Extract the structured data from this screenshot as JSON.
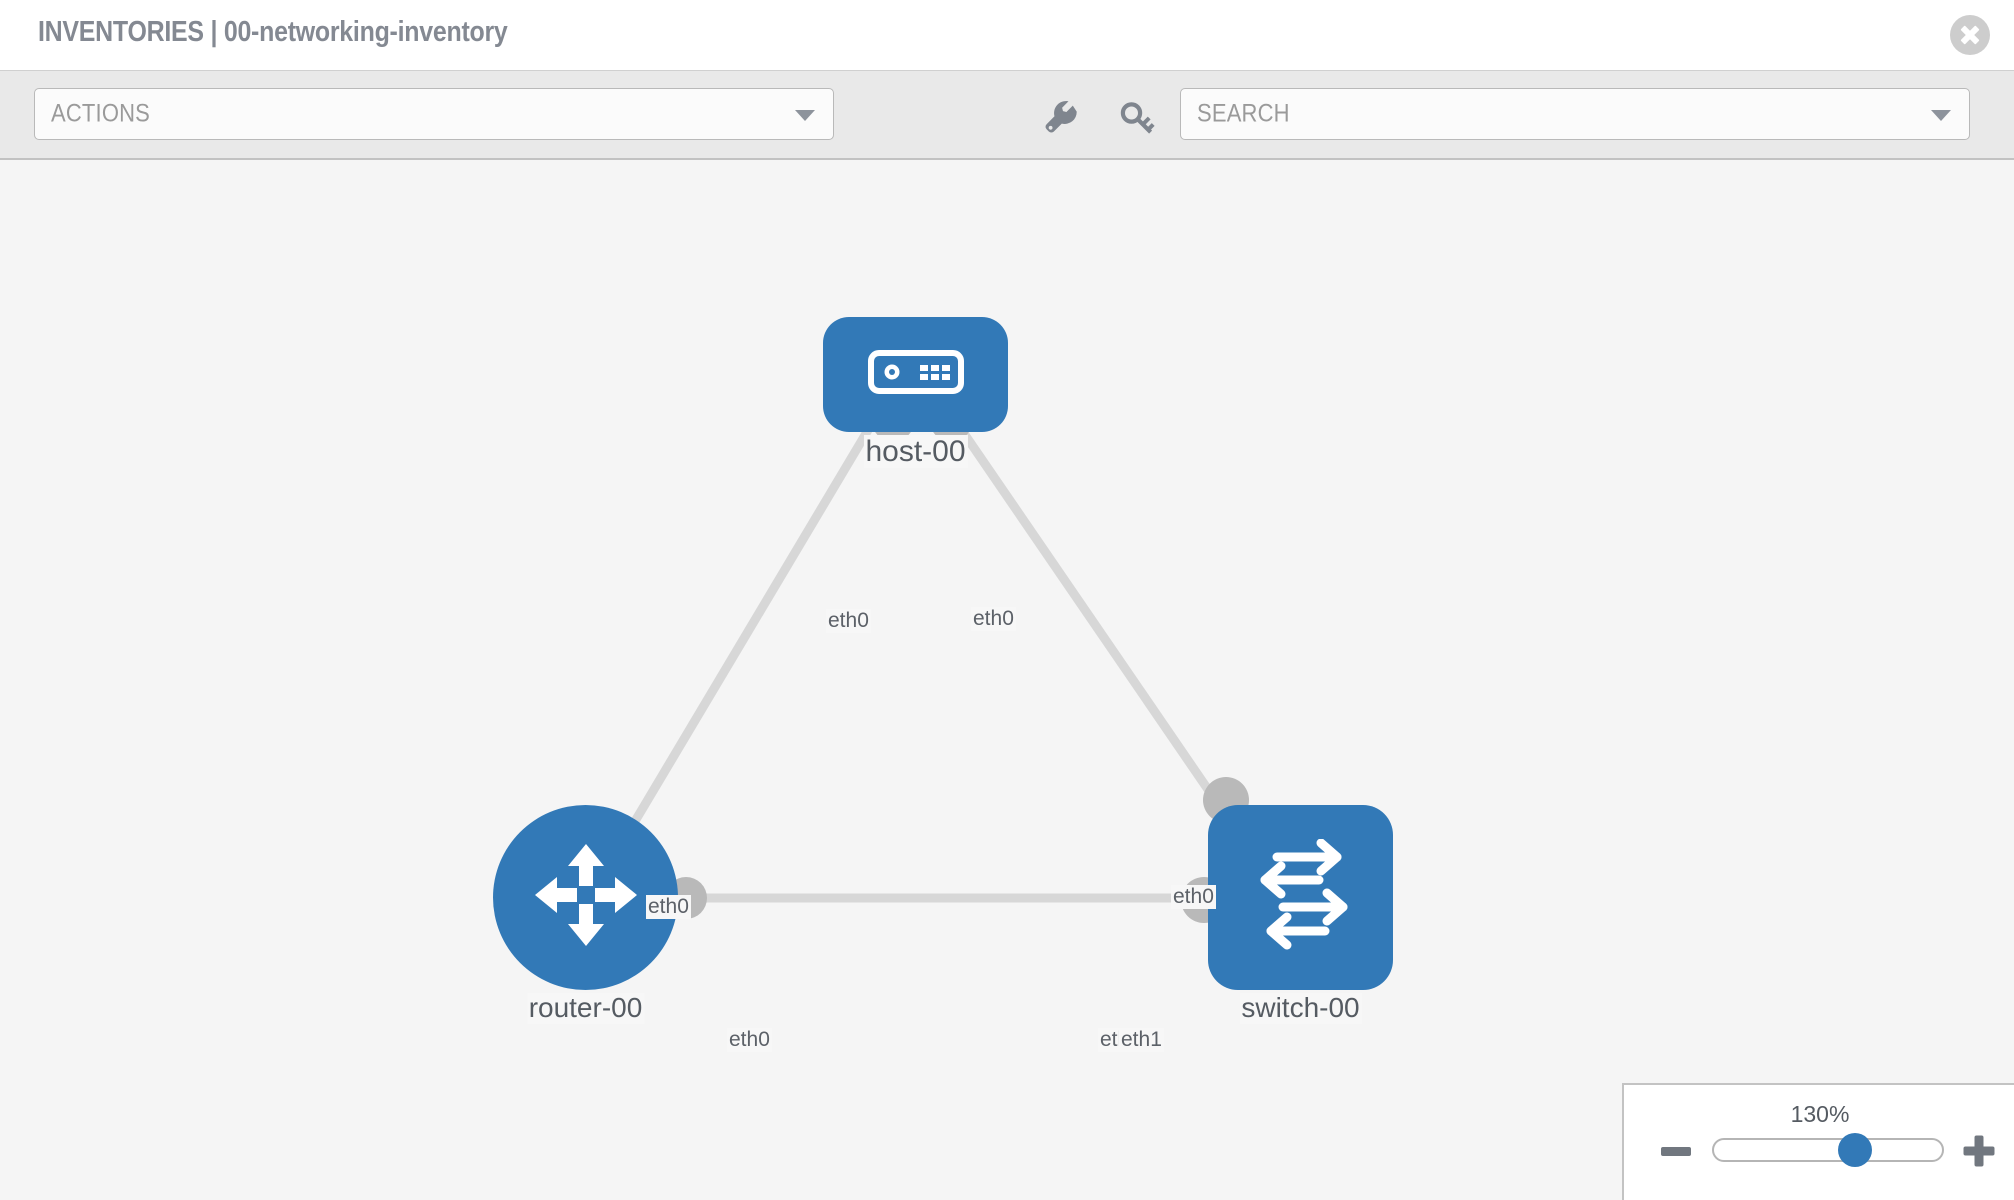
{
  "header": {
    "title": "INVENTORIES | 00-networking-inventory",
    "close_icon": "close-circle-icon"
  },
  "toolbar": {
    "actions_label": "ACTIONS",
    "actions_caret_icon": "chevron-down-icon",
    "wrench_icon": "wrench-icon",
    "key_icon": "key-icon",
    "search_placeholder": "SEARCH",
    "search_caret_icon": "chevron-down-icon"
  },
  "topology": {
    "nodes": [
      {
        "id": "host-00",
        "label": "host-00",
        "icon": "server-icon",
        "shape": "rounded-rect"
      },
      {
        "id": "router-00",
        "label": "router-00",
        "icon": "router-icon",
        "shape": "circle"
      },
      {
        "id": "switch-00",
        "label": "switch-00",
        "icon": "switch-icon",
        "shape": "rounded-square"
      }
    ],
    "interface_labels": {
      "host_left": "eth0",
      "host_right": "eth0",
      "router_up": "eth0",
      "router_right": "eth0",
      "switch_up": "eth0",
      "switch_left_a": "eth0",
      "switch_left_b": "eth1"
    },
    "links": [
      {
        "from": "host-00",
        "to": "router-00",
        "from_iface": "eth0",
        "to_iface": "eth0"
      },
      {
        "from": "host-00",
        "to": "switch-00",
        "from_iface": "eth0",
        "to_iface": "eth0"
      },
      {
        "from": "router-00",
        "to": "switch-00",
        "from_iface": "eth0",
        "to_iface": "eth1"
      }
    ]
  },
  "zoom_control": {
    "percent": "130%",
    "minus_label": "minus-icon",
    "plus_label": "plus-icon",
    "slider_value": 62
  },
  "colors": {
    "node_blue": "#3279b7",
    "canvas_bg": "#f5f5f5",
    "toolbar_bg": "#e9e9e9",
    "link_gray": "#d7d7d7",
    "iface_gray": "#b9b9b9",
    "text_gray": "#848992"
  }
}
